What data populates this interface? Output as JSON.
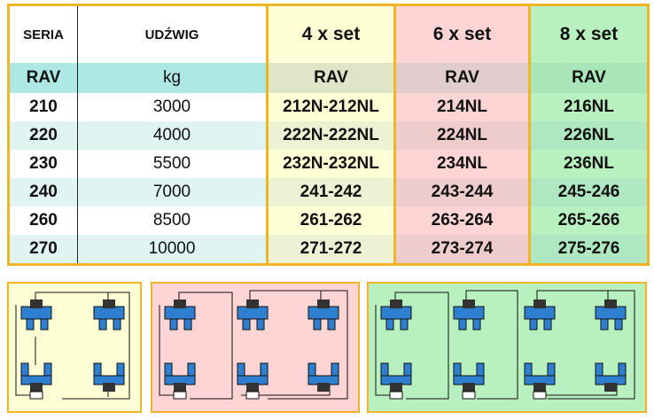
{
  "header": {
    "seria": "SERIA",
    "udzwig": "UDŹWIG",
    "set4_num": "4",
    "set4_label": " x set",
    "set6_num": "6",
    "set6_label": " x set",
    "set8_num": "8",
    "set8_label": " x set"
  },
  "units": {
    "seria": "RAV",
    "udzwig": "kg",
    "set4": "RAV",
    "set6": "RAV",
    "set8": "RAV"
  },
  "rows": [
    {
      "seria": "210",
      "kg": "3000",
      "set4": "212N-212NL",
      "set6": "214NL",
      "set8": "216NL"
    },
    {
      "seria": "220",
      "kg": "4000",
      "set4": "222N-222NL",
      "set6": "224NL",
      "set8": "226NL"
    },
    {
      "seria": "230",
      "kg": "5500",
      "set4": "232N-232NL",
      "set6": "234NL",
      "set8": "236NL"
    },
    {
      "seria": "240",
      "kg": "7000",
      "set4": "241-242",
      "set6": "243-244",
      "set8": "245-246"
    },
    {
      "seria": "260",
      "kg": "8500",
      "set4": "261-262",
      "set6": "263-264",
      "set8": "265-266"
    },
    {
      "seria": "270",
      "kg": "10000",
      "set4": "271-272",
      "set6": "273-274",
      "set8": "275-276"
    }
  ],
  "colors": {
    "border": "#f0b428",
    "lift_blue": "#2f7fd0",
    "set4_bg": "#ffffd6",
    "set6_bg": "#ffd4d4",
    "set8_bg": "#b8f0c0"
  }
}
